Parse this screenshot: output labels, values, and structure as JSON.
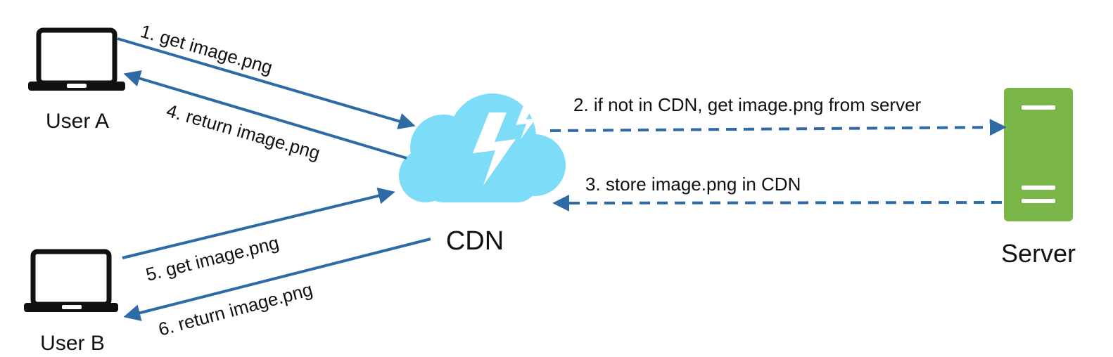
{
  "colors": {
    "arrow": "#2e6aa6",
    "cloud": "#7ddcf7",
    "bolt": "#ffffff",
    "server": "#7ab648",
    "server_slot": "#ffffff",
    "laptop": "#111111",
    "text": "#111111"
  },
  "nodes": {
    "user_a": {
      "label": "User A",
      "icon": "laptop-icon"
    },
    "user_b": {
      "label": "User B",
      "icon": "laptop-icon"
    },
    "cdn": {
      "label": "CDN",
      "icon": "cloud-lightning-icon"
    },
    "server": {
      "label": "Server",
      "icon": "server-icon"
    }
  },
  "arrows": {
    "step1": {
      "label": "1. get image.png",
      "style": "solid"
    },
    "step2": {
      "label": "2. if not in CDN, get image.png from server",
      "style": "dashed"
    },
    "step3": {
      "label": "3. store image.png in CDN",
      "style": "dashed"
    },
    "step4": {
      "label": "4. return image.png",
      "style": "solid"
    },
    "step5": {
      "label": "5. get image.png",
      "style": "solid"
    },
    "step6": {
      "label": "6. return image.png",
      "style": "solid"
    }
  }
}
